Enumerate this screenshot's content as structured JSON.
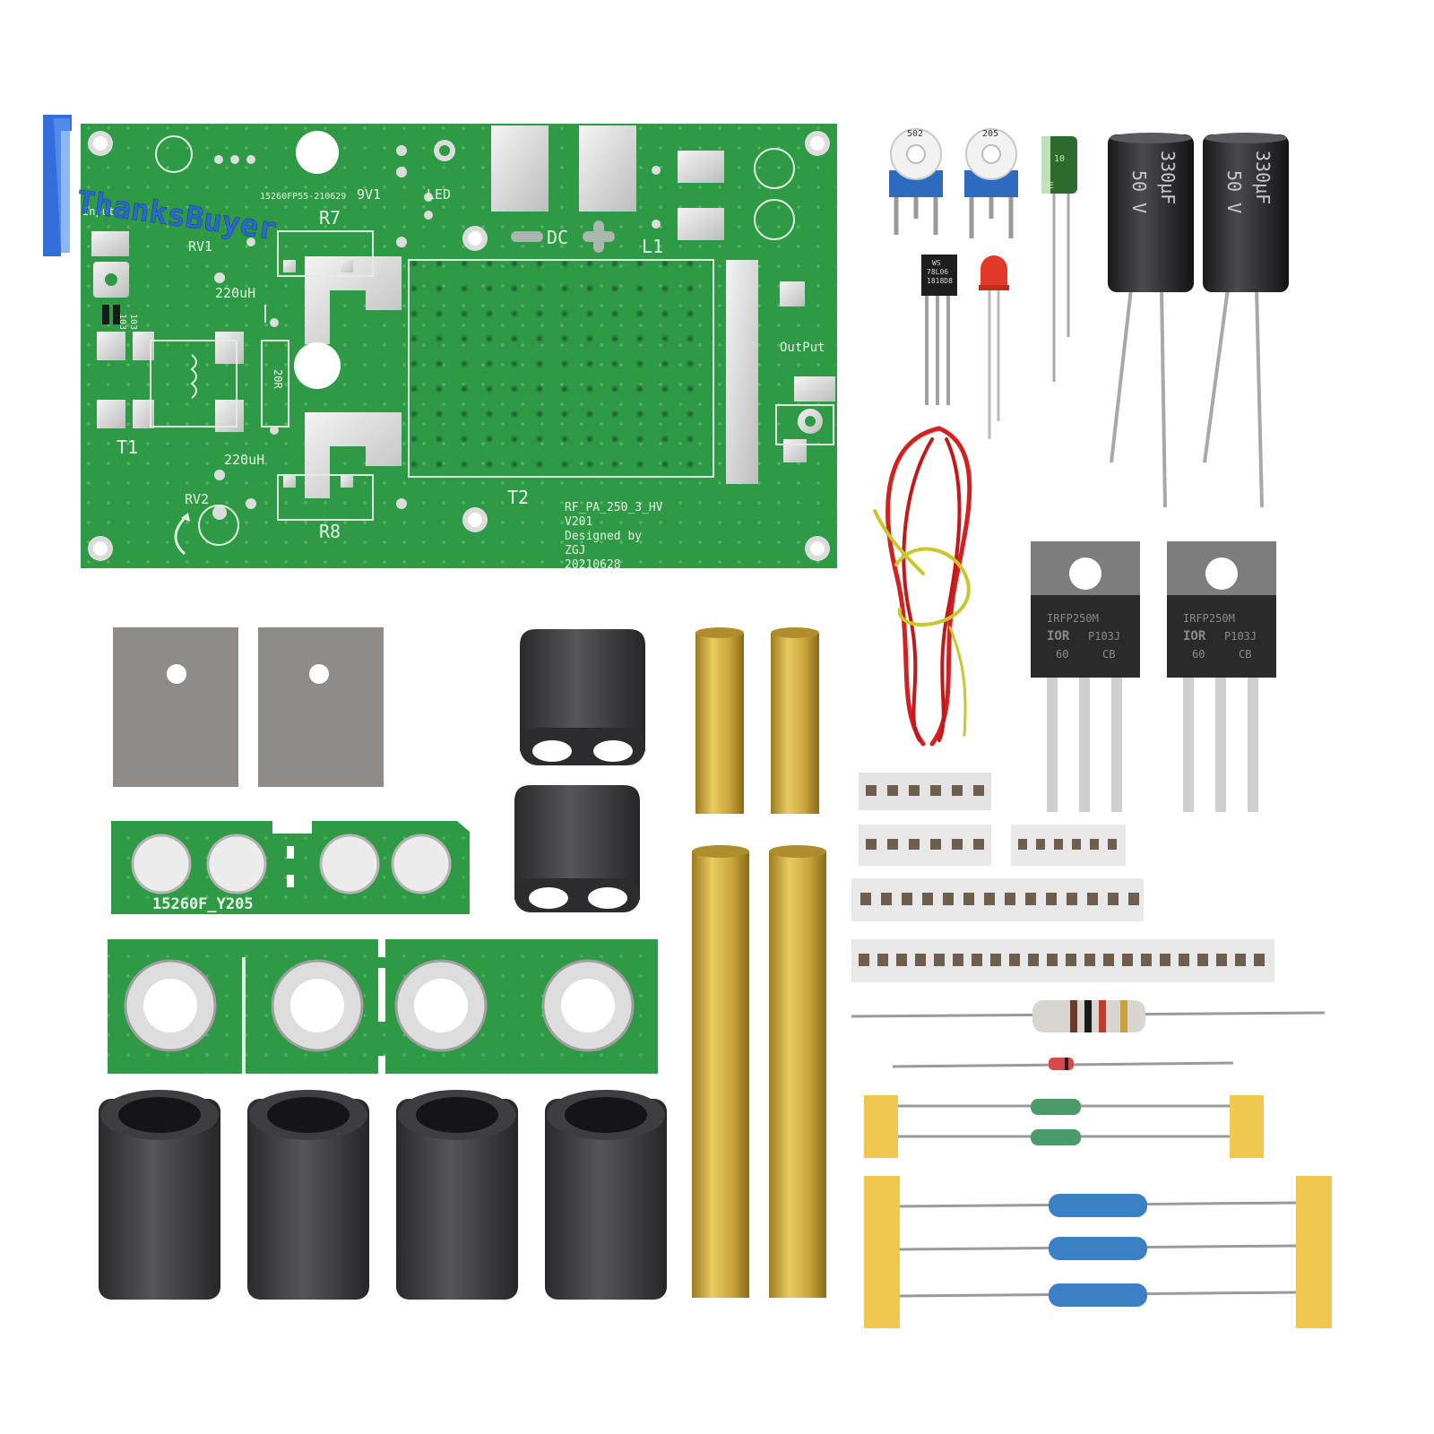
{
  "brand": {
    "logo_text": "ThanksBuyer"
  },
  "main_board": {
    "code": "15260FP55-210629",
    "rv1": "RV1",
    "rv2": "RV2",
    "r7": "R7",
    "r8": "R8",
    "v9v1": "9V1",
    "led": "LED",
    "dc": "DC",
    "l1": "L1",
    "output": "OutPut",
    "input": "Input",
    "uh_top": "220uH",
    "uh_bottom": "220uH",
    "r103a": "103",
    "r103b": "103",
    "r20": "20R",
    "t1": "T1",
    "t2": "T2",
    "info_l1": "RF_PA_250_3_HV",
    "info_l2": "V201",
    "info_l3": "Designed by",
    "info_l4": "ZGJ",
    "info_l5": "20210628"
  },
  "small_board": {
    "label": "15260F_Y205"
  },
  "trimmers": [
    "502",
    "205"
  ],
  "regulator": {
    "l1": "WS",
    "l2": "78L06",
    "l3": "1818D8"
  },
  "small_cap": {
    "l1": "10",
    "l2": "VE"
  },
  "big_caps": [
    {
      "value": "330µF",
      "voltage": "50 V"
    },
    {
      "value": "330µF",
      "voltage": "50 V"
    }
  ],
  "mosfets": [
    {
      "part": "IRFP250M",
      "brand": "IOR",
      "code": "P103J",
      "l3a": "60",
      "l3b": "CB"
    },
    {
      "part": "IRFP250M",
      "brand": "IOR",
      "code": "P103J",
      "l3a": "60",
      "l3b": "CB"
    }
  ],
  "colors": {
    "pcb_green": "#2f9a45",
    "copper_tin": "#d8d8d8",
    "ferrite": "#3a3a3c",
    "brass": "#c9a63a",
    "wire_red": "#d42020",
    "wire_yellow": "#c8c82a"
  }
}
